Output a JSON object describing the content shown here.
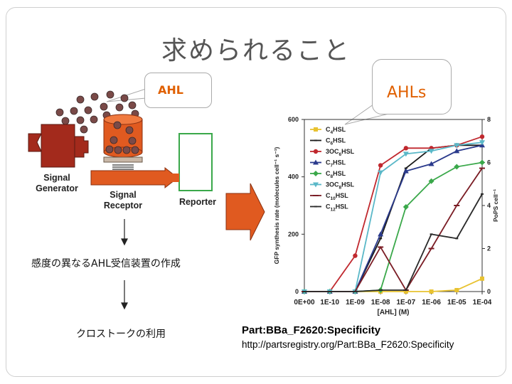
{
  "title": "求められること",
  "callouts": {
    "ahl_left": "AHL",
    "ahl_right": "AHLs"
  },
  "diagram_labels": {
    "generator": [
      "Signal",
      "Generator"
    ],
    "receptor": [
      "Signal",
      "Receptor"
    ],
    "reporter": "Reporter"
  },
  "steps": {
    "step1": "感度の異なるAHL受信装置の作成",
    "step2": "クロストークの利用"
  },
  "citation": {
    "part": "Part:BBa_F2620:Specificity",
    "url": "http://partsregistry.org/Part:BBa_F2620:Specificity"
  },
  "colors": {
    "accent_orange": "#e06000",
    "arrow_orange": "#d95f1f",
    "generator_red": "#a32a1c"
  },
  "chart_data": {
    "type": "line",
    "xlabel": "[AHL] (M)",
    "ylabel": "GFP synthesis rate (molecules cell⁻¹ s⁻¹)",
    "y2label": "PoPS cell⁻¹",
    "x_ticks": [
      "0E+00",
      "1E-10",
      "1E-09",
      "1E-08",
      "1E-07",
      "1E-06",
      "1E-05",
      "1E-04"
    ],
    "y_ticks": [
      0,
      200,
      400,
      600
    ],
    "y2_ticks": [
      0,
      2,
      4,
      6,
      8
    ],
    "ylim": [
      0,
      600
    ],
    "y2lim": [
      0,
      8
    ],
    "series": [
      {
        "name": "C4HSL",
        "sub": "4",
        "pre": "C",
        "post": "HSL",
        "color": "#e8c230",
        "marker": "square",
        "values": [
          0,
          0,
          0,
          0,
          0,
          0,
          5,
          45
        ]
      },
      {
        "name": "C6HSL",
        "sub": "6",
        "pre": "C",
        "post": "HSL",
        "color": "#1a1a1a",
        "marker": "none",
        "values": [
          0,
          0,
          0,
          185,
          430,
          500,
          510,
          510
        ]
      },
      {
        "name": "3OC6HSL",
        "sub": "6",
        "pre": "3OC",
        "post": "HSL",
        "color": "#c0282e",
        "marker": "circle",
        "values": [
          0,
          0,
          125,
          440,
          500,
          500,
          510,
          540
        ]
      },
      {
        "name": "C7HSL",
        "sub": "7",
        "pre": "C",
        "post": "HSL",
        "color": "#2a3a8c",
        "marker": "triangle",
        "values": [
          0,
          0,
          0,
          200,
          420,
          445,
          490,
          510
        ]
      },
      {
        "name": "C8HSL",
        "sub": "8",
        "pre": "C",
        "post": "HSL",
        "color": "#3aa84a",
        "marker": "diamond",
        "values": [
          0,
          0,
          0,
          5,
          295,
          385,
          435,
          450
        ]
      },
      {
        "name": "3OC8HSL",
        "sub": "8",
        "pre": "3OC",
        "post": "HSL",
        "color": "#5ab8c8",
        "marker": "triangle-down",
        "values": [
          0,
          0,
          0,
          415,
          480,
          490,
          510,
          520
        ]
      },
      {
        "name": "C10HSL",
        "sub": "10",
        "pre": "C",
        "post": "HSL",
        "color": "#7a1c24",
        "marker": "dash",
        "values": [
          0,
          0,
          0,
          155,
          5,
          150,
          300,
          430
        ]
      },
      {
        "name": "C12HSL",
        "sub": "12",
        "pre": "C",
        "post": "HSL",
        "color": "#2a2a2a",
        "marker": "none",
        "values": [
          0,
          0,
          0,
          5,
          5,
          200,
          185,
          340
        ]
      }
    ]
  }
}
